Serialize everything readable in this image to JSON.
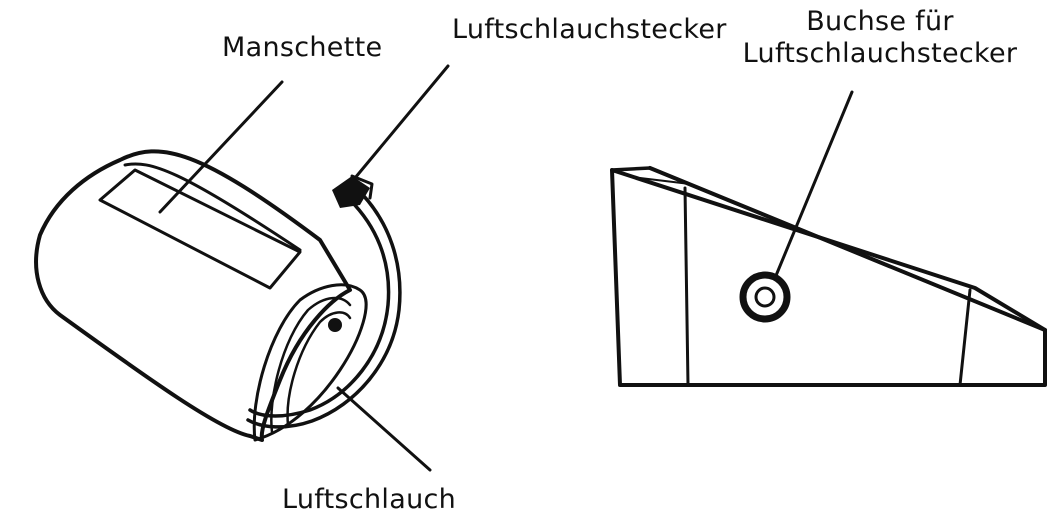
{
  "labels": {
    "cuff": "Manschette",
    "plug": "Luftschlauchstecker",
    "tube": "Luftschlauch",
    "socket_line1": "Buchse für",
    "socket_line2": "Luftschlauchstecker"
  }
}
